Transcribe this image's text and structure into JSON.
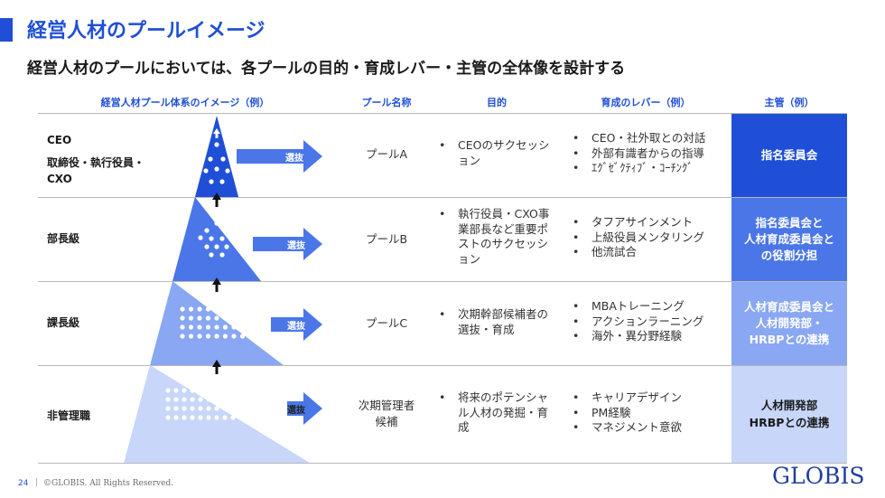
{
  "header": {
    "title": "経営人材のプールイメージ",
    "subtitle": "経営人材のプールにおいては、各プールの目的・育成レバー・主管の全体像を設計する"
  },
  "columns": {
    "pyramid": "経営人材プール体系のイメージ（例）",
    "pool_name": "プール名称",
    "purpose": "目的",
    "levers": "育成のレバー（例）",
    "owner": "主管（例）"
  },
  "arrow_label": "選抜",
  "rows": [
    {
      "level_lines": [
        "CEO",
        "取締役・執行役員・",
        "CXO"
      ],
      "pool": [
        "プールA"
      ],
      "purpose": [
        "CEOのサクセッション"
      ],
      "levers": [
        "CEO・社外取との対話",
        "外部有識者からの指導",
        "ｴｸﾞｾﾞｸﾃｨﾌﾞ・ｺｰﾁﾝｸﾞ"
      ],
      "owner": [
        "指名委員会"
      ],
      "owner_color": "#1f4fd6"
    },
    {
      "level_lines": [
        "部長級"
      ],
      "pool": [
        "プールB"
      ],
      "purpose": [
        "執行役員・CXO事業部長など重要ポストのサクセッション"
      ],
      "levers": [
        "タフアサインメント",
        "上級役員メンタリング",
        "他流試合"
      ],
      "owner": [
        "指名委員会と",
        "人材育成委員会と",
        "の役割分担"
      ],
      "owner_color": "#4a76e8"
    },
    {
      "level_lines": [
        "課長級"
      ],
      "pool": [
        "プールC"
      ],
      "purpose": [
        "次期幹部候補者の選抜・育成"
      ],
      "levers": [
        "MBAトレーニング",
        "アクションラーニング",
        "海外・異分野経験"
      ],
      "owner": [
        "人材育成委員会と",
        "人材開発部・",
        "HRBPとの連携"
      ],
      "owner_color": "#89a7f2"
    },
    {
      "level_lines": [
        "非管理職"
      ],
      "pool": [
        "次期管理者",
        "候補"
      ],
      "purpose": [
        "将来のポテンシャル人材の発掘・育成"
      ],
      "levers": [
        "キャリアデザイン",
        "PM経験",
        "マネジメント意欲"
      ],
      "owner": [
        "人材開発部",
        "HRBPとの連携"
      ],
      "owner_color": "#c7d6f9"
    }
  ],
  "colors": {
    "brand": "#1f4fd6",
    "tier1": "#1f4fd6",
    "tier2": "#4a76e8",
    "tier3": "#89a7f2",
    "tier4": "#c7d6f9",
    "arrow": "#4a76e8"
  },
  "footer": {
    "page_number": "24",
    "copyright": "©GLOBIS. All Rights Reserved.",
    "logo": "GLOBIS"
  }
}
